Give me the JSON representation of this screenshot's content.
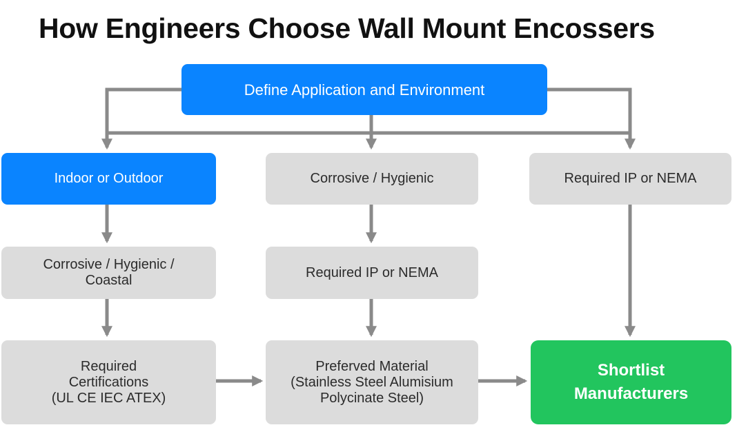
{
  "title": "How Engineers Choose Wall Mount Encossers",
  "colors": {
    "blue": "#0a84ff",
    "gray": "#dcdcdc",
    "green": "#22c55e",
    "arrow": "#8a8a8a"
  },
  "nodes": {
    "define": "Define Application and Environment",
    "indoor_outdoor": "Indoor or Outdoor",
    "corrosive_hygienic_top": "Corrosive / Hygienic",
    "required_ip_nema_top": "Required IP or NEMA",
    "corrosive_hygienic_coastal": "Corrosive / Hygienic /\nCoastal",
    "required_ip_nema_mid": "Required IP or NEMA",
    "required_certifications": "Required\nCertifications\n(UL CE IEC ATEX)",
    "preferred_material": "Preferved Material\n(Stainless Steel Alumisium\nPolycinate Steel)",
    "shortlist": "Shortlist\nManufacturers"
  }
}
